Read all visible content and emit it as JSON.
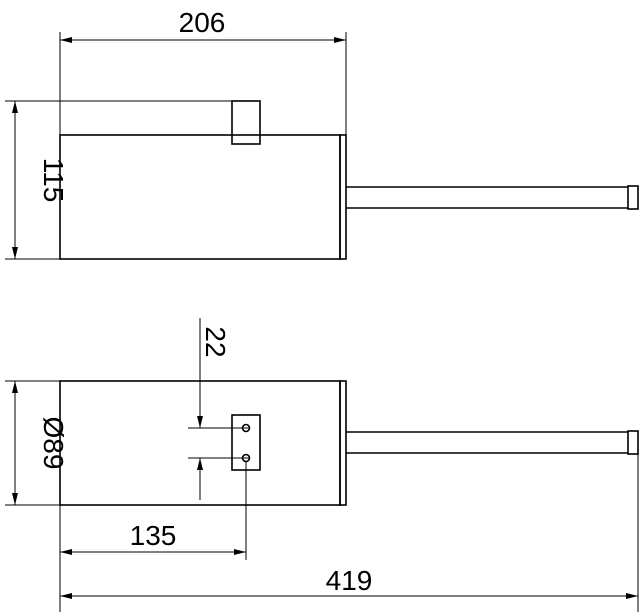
{
  "dimensions": {
    "top_width": "206",
    "top_height": "115",
    "hole_spacing": "22",
    "diameter": "Ø89",
    "hole_offset": "135",
    "total_length": "419"
  }
}
